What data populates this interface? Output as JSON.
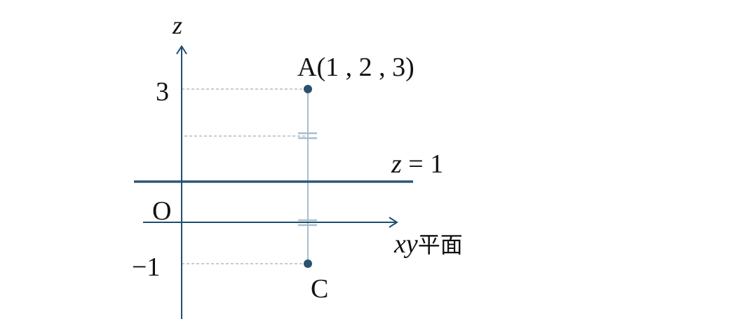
{
  "labels": {
    "z_axis": "z",
    "origin": "O",
    "tick_3": "3",
    "tick_minus1": "−1",
    "point_a": "A(1 , 2 , 3)",
    "point_c": "C",
    "plane_label_var": "z",
    "plane_label_rest": " = 1",
    "xy_var": "xy",
    "xy_text": "平面"
  },
  "colors": {
    "axis": "#1f4e6e",
    "plane_line": "#2f5877",
    "segment": "#a9bdcd",
    "point": "#2a5270"
  }
}
